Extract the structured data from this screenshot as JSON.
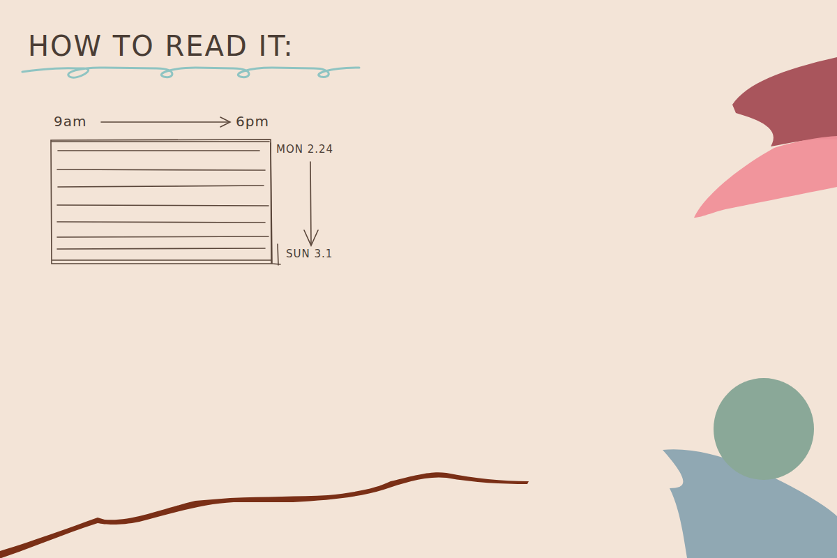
{
  "diagram": {
    "title": "HOW TO READ IT:",
    "labels": [
      "9am",
      "6pm",
      "MON 2.24",
      "SUN 3.1"
    ]
  }
}
